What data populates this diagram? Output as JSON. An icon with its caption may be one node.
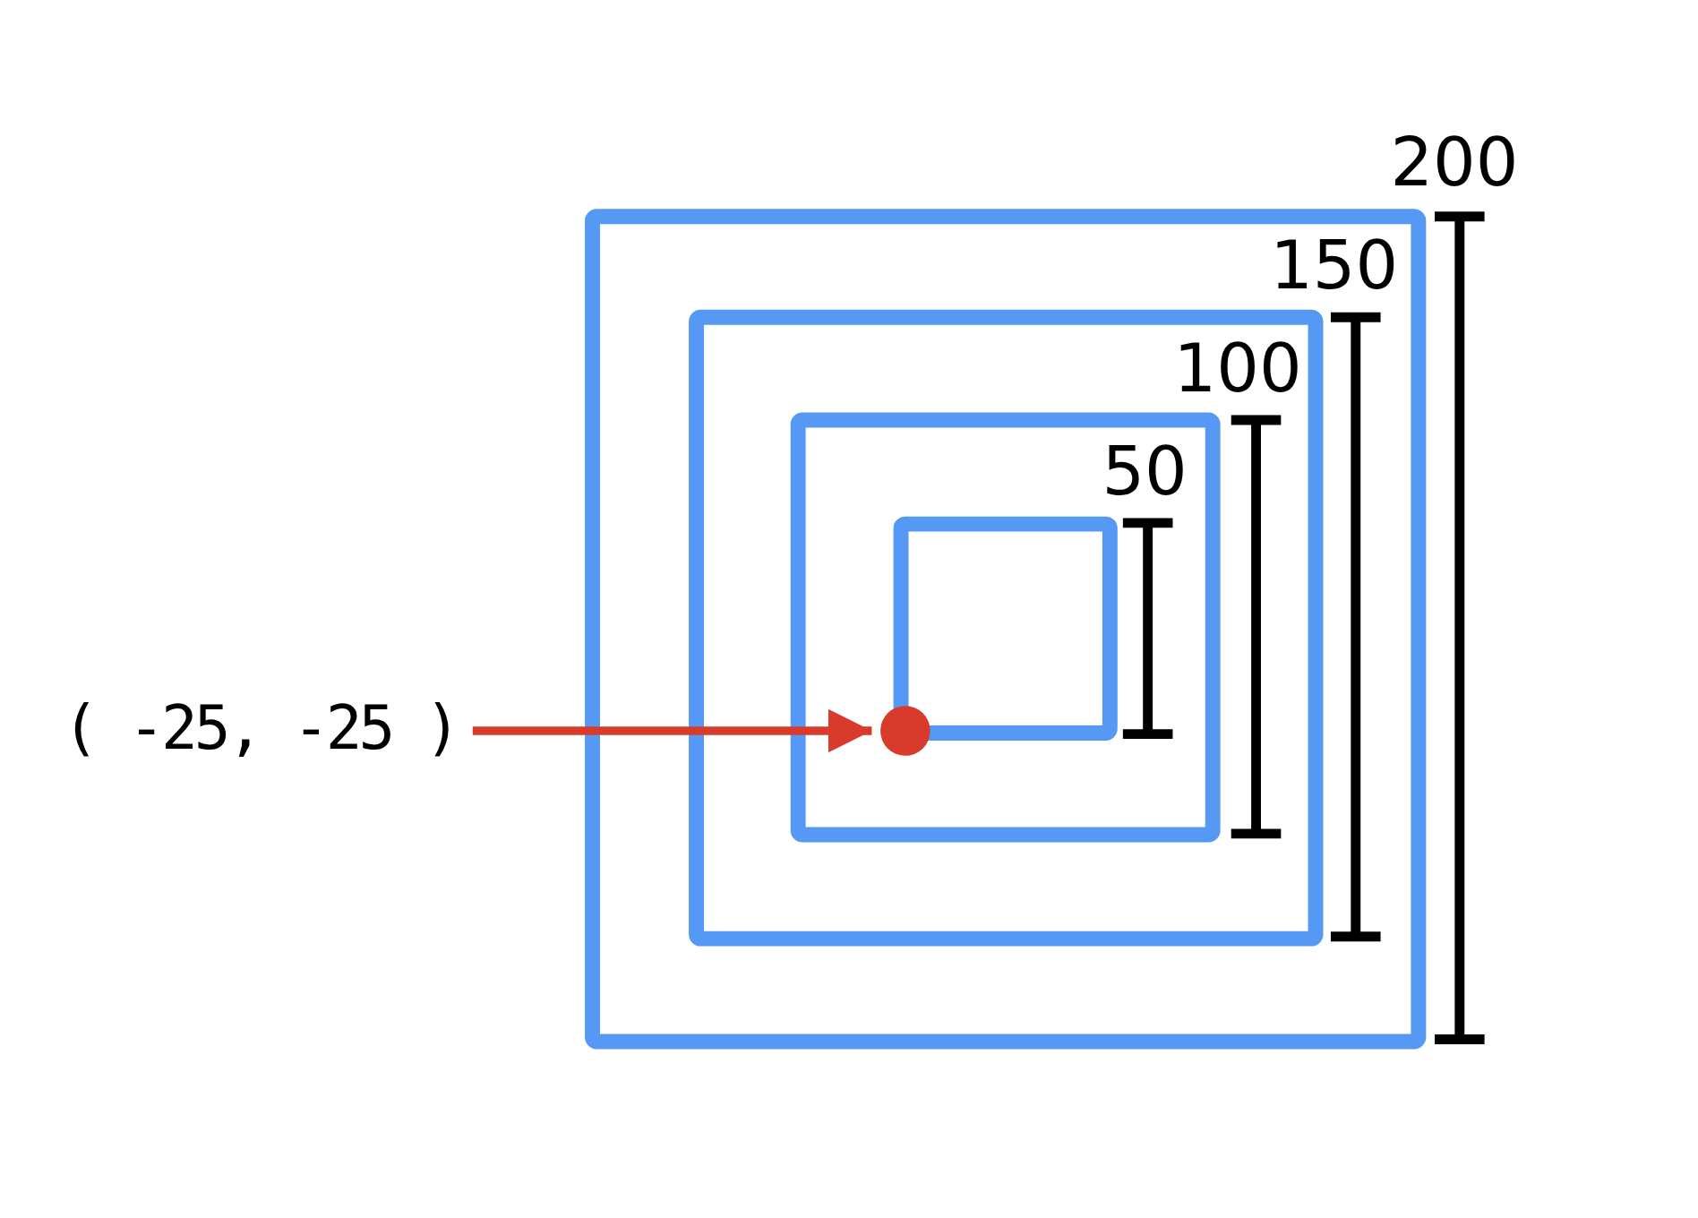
{
  "diagram": {
    "nodes": [
      {
        "text": [
          "( -25, -25 )"
        ]
      },
      {
        "text": [],
        "shape": "circle"
      }
    ],
    "edges": [
      {
        "from": 0,
        "to": 1,
        "arrow": "to"
      }
    ],
    "labels": [
      "200",
      "150",
      "100",
      "50"
    ]
  }
}
